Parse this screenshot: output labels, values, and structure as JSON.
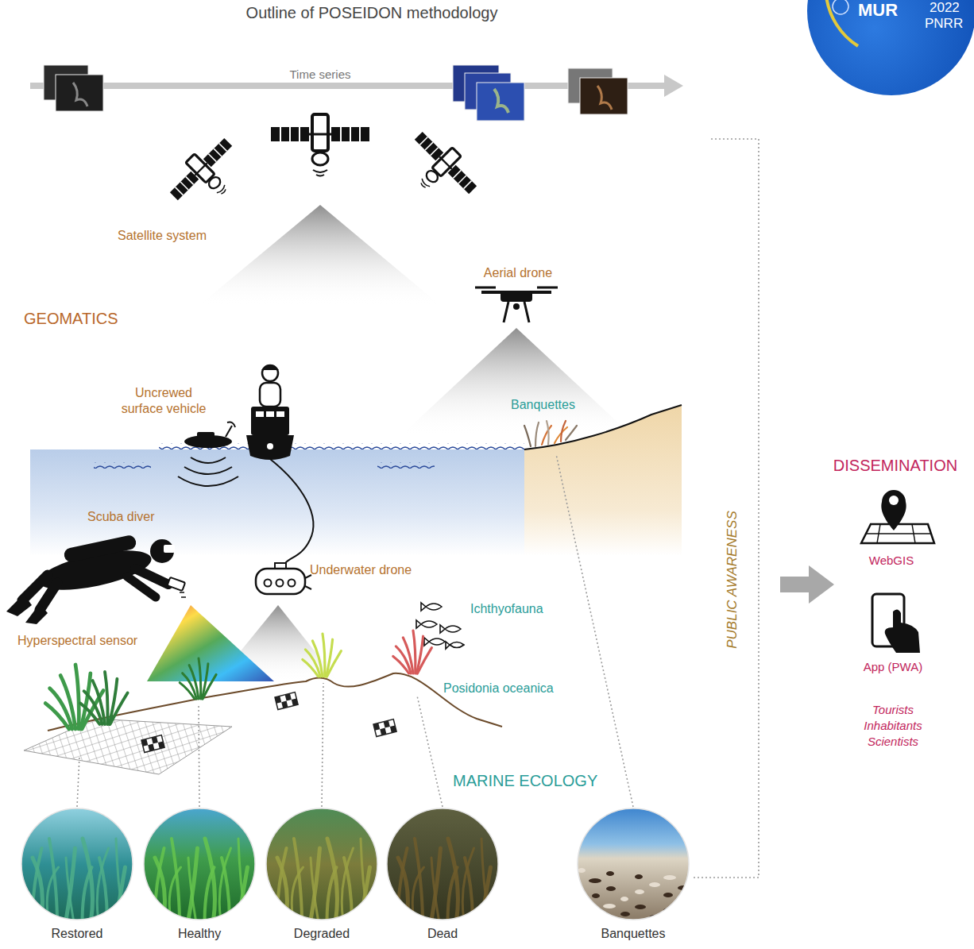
{
  "diagram": {
    "title": "Outline of POSEIDON methodology",
    "nodes": [
      {
        "text": [
          "Restored"
        ]
      },
      {
        "text": [
          "Healthy"
        ]
      },
      {
        "text": [
          "Degraded"
        ]
      },
      {
        "text": [
          "Dead"
        ]
      },
      {
        "text": [
          "Banquettes"
        ]
      }
    ],
    "labels": [
      "MUR",
      "2022",
      "PNRR",
      "Time series",
      "Satellite system",
      "Aerial drone",
      "GEOMATICS",
      "Uncrewed surface vehicle",
      "Banquettes",
      "Scuba diver",
      "Underwater drone",
      "Ichthyofauna",
      "Hyperspectral sensor",
      "Posidonia oceanica",
      "MARINE ECOLOGY",
      "PUBLIC AWARENESS",
      "DISSEMINATION",
      "WebGIS",
      "App (PWA)",
      "Tourists Inhabitants Scientists"
    ]
  }
}
